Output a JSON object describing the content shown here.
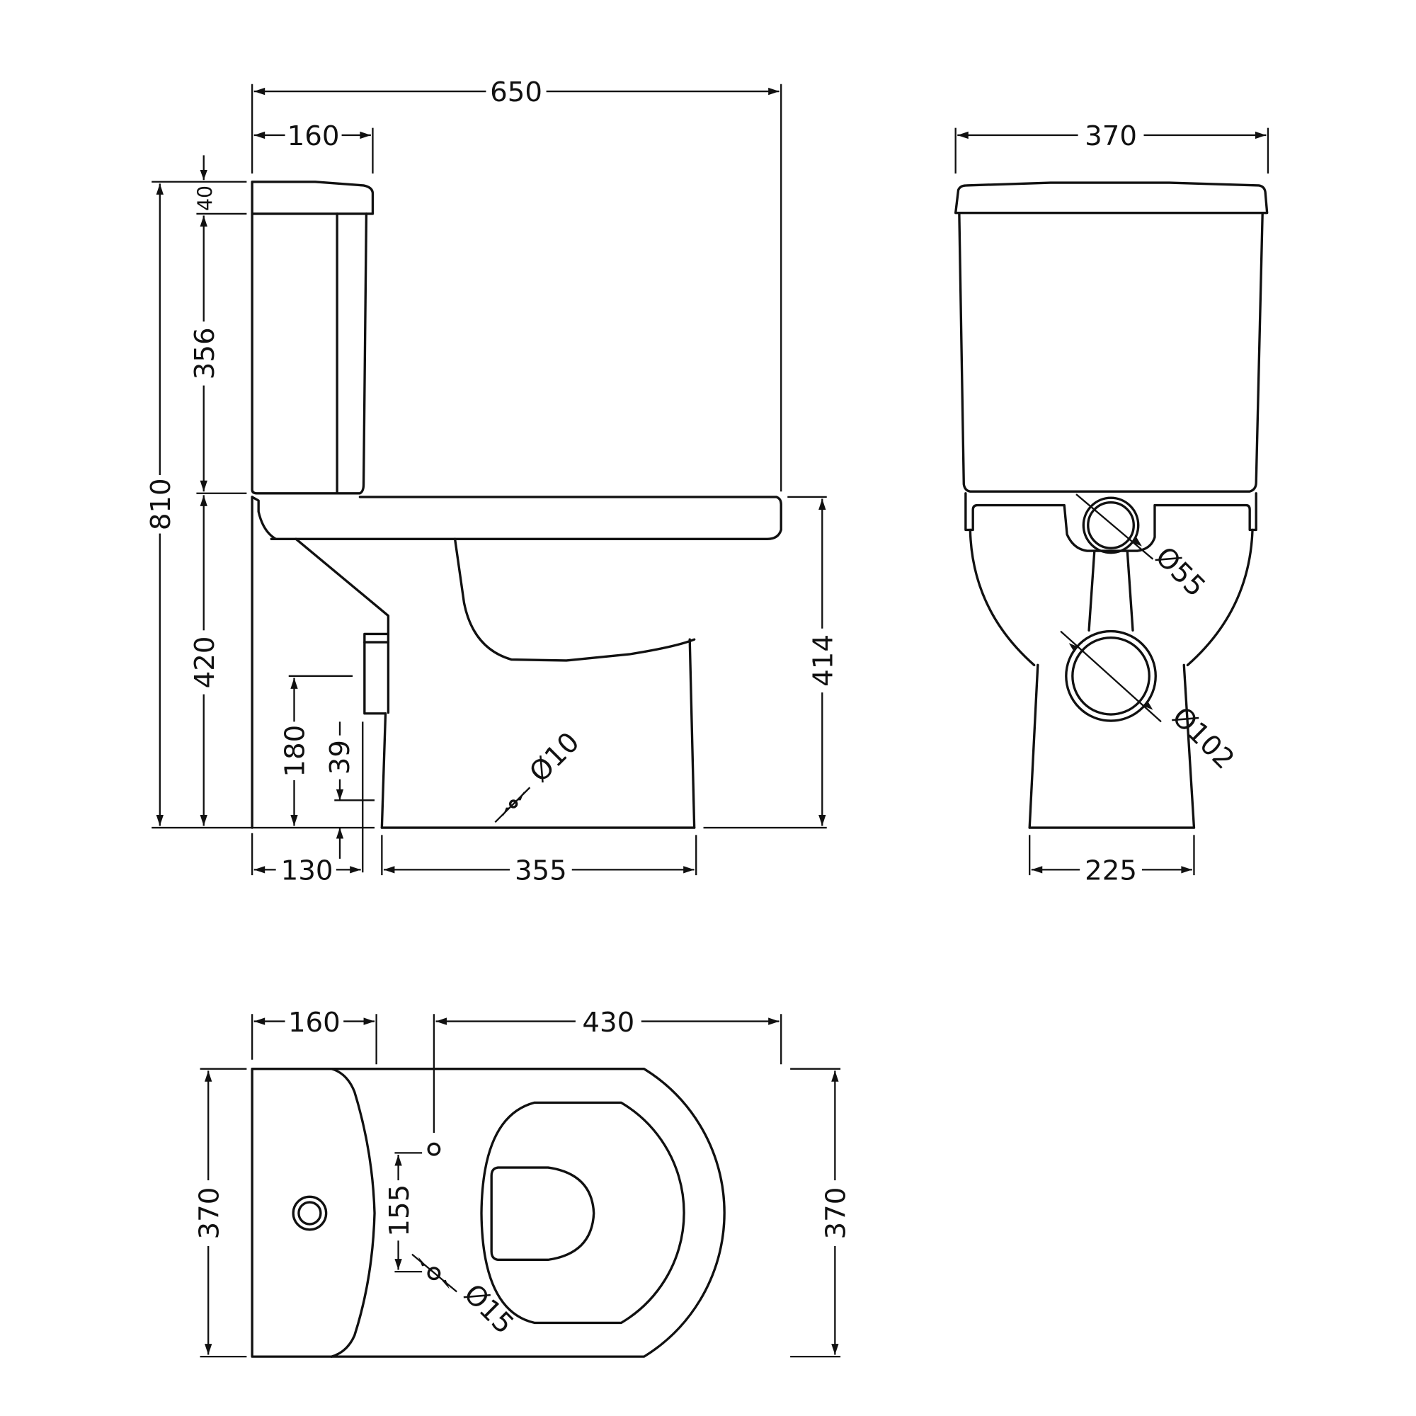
{
  "drawing": {
    "subject": "Close-coupled toilet technical dimension drawing",
    "units": "mm",
    "line_color": "#111111",
    "background": "#ffffff"
  },
  "side_view": {
    "overall_depth": "650",
    "cistern_depth": "160",
    "overall_height": "810",
    "cistern_lid_height": "40",
    "cistern_body_height": "356",
    "pan_height": "420",
    "rim_height": "414",
    "inlet_height": "180",
    "outlet_height": "39",
    "back_to_outlet": "130",
    "footprint_depth": "355",
    "fixing_hole": "Ø10"
  },
  "front_view": {
    "cistern_width": "370",
    "base_width": "225",
    "flush_pipe": "Ø55",
    "outlet_pipe": "Ø102"
  },
  "plan_view": {
    "cistern_depth": "160",
    "fixing_to_front": "430",
    "overall_width_left": "370",
    "overall_width_right": "370",
    "fixing_spacing": "155",
    "fixing_hole": "Ø15"
  }
}
